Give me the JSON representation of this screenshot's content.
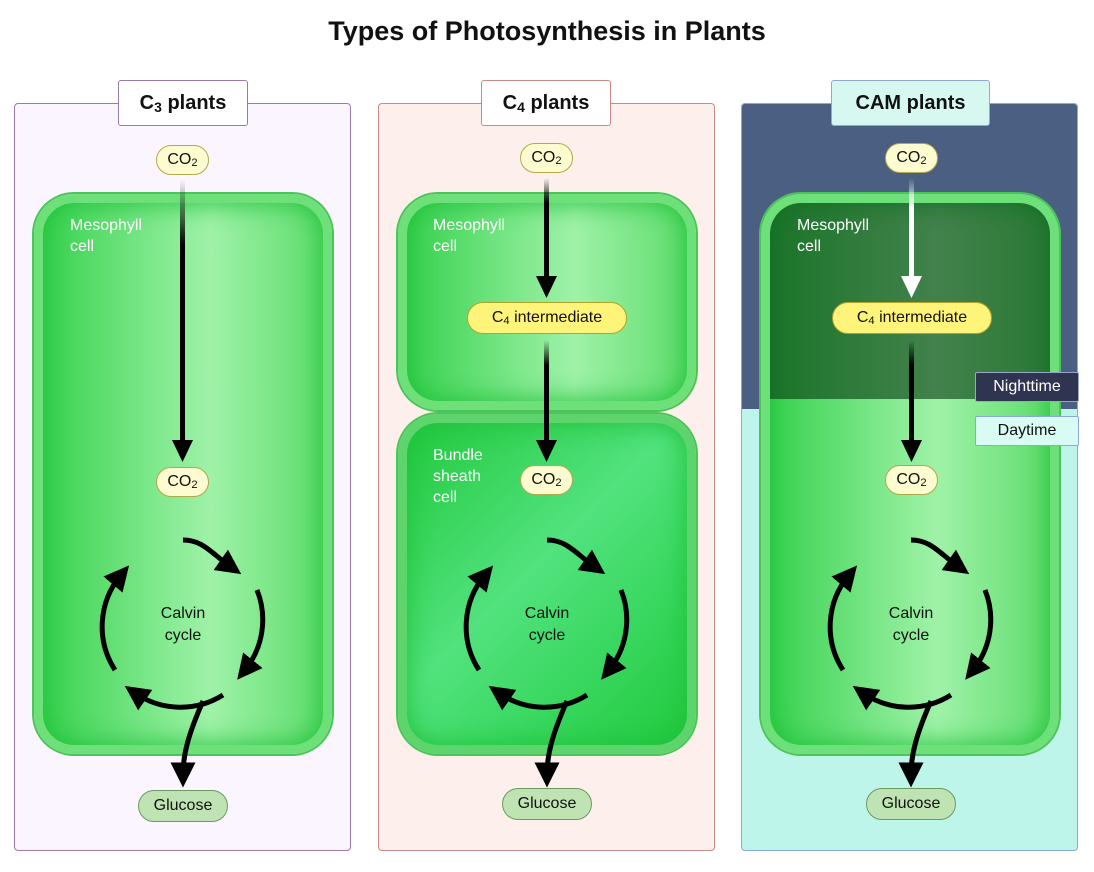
{
  "title": "Types of Photosynthesis in Plants",
  "panels": {
    "c3": {
      "label_main": "C",
      "label_sub": "3",
      "label_rest": " plants",
      "cell_label": "Mesophyll\ncell"
    },
    "c4": {
      "label_main": "C",
      "label_sub": "4",
      "label_rest": " plants",
      "mesophyll_label": "Mesophyll\ncell",
      "bundle_label": "Bundle\nsheath\ncell"
    },
    "cam": {
      "label": "CAM plants",
      "cell_label": "Mesophyll\ncell",
      "night_tag": "Nighttime",
      "day_tag": "Daytime"
    }
  },
  "molecules": {
    "co2_main": "CO",
    "co2_sub": "2",
    "intermediate_main": "C",
    "intermediate_sub": "4",
    "intermediate_rest": " intermediate",
    "glucose": "Glucose"
  },
  "cycle": {
    "line1": "Calvin",
    "line2": "cycle"
  },
  "colors": {
    "c3_border": "#9b7aa8",
    "c4_border": "#c98a86",
    "cam_border": "#8aa9d6",
    "night": "#4a5f81",
    "day": "#bdf5ea",
    "cell_green": "#4cc45a",
    "co2_fill": "#fdfbd0",
    "intermediate_fill": "#fff47a",
    "glucose_fill": "#bfe3b2"
  }
}
